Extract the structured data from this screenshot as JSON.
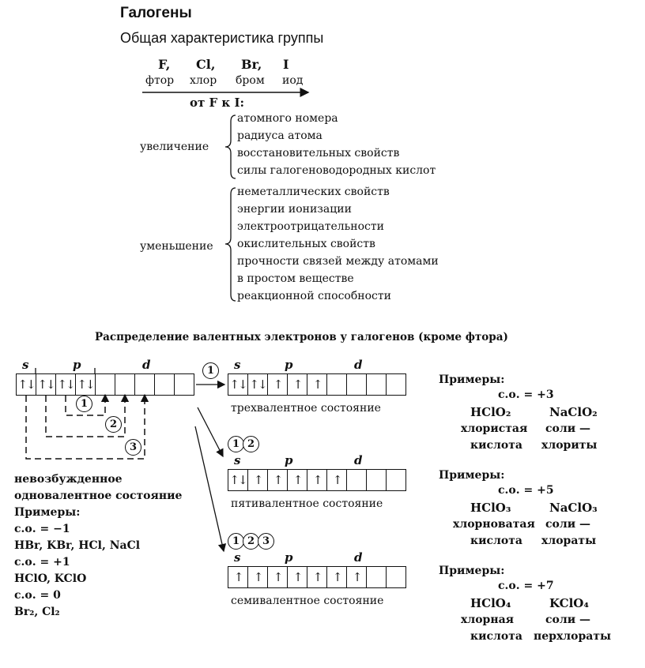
{
  "title": "Галогены",
  "subtitle": "Общая характеристика группы",
  "elements": [
    {
      "symbol": "F,",
      "name": "фтор"
    },
    {
      "symbol": "Cl,",
      "name": "хлор"
    },
    {
      "symbol": "Br,",
      "name": "бром"
    },
    {
      "symbol": "I",
      "name": "иод"
    }
  ],
  "trend_label": "от F к I:",
  "increase": {
    "label": "увеличение",
    "items": [
      "атомного номера",
      "радиуса атома",
      "восстановительных свойств",
      "силы галогеноводородных кислот"
    ]
  },
  "decrease": {
    "label": "уменьшение",
    "items": [
      "неметаллических свойств",
      "энергии ионизации",
      "электроотрицательности",
      "окислительных свойств",
      "прочности связей между атомами",
      "в простом веществе",
      "реакционной способности"
    ]
  },
  "section_title": "Распределение валентных электронов у галогенов (кроме фтора)",
  "sublevels": {
    "s": "s",
    "p": "p",
    "d": "d"
  },
  "states": {
    "ground": {
      "cells": [
        "↑↓",
        "↑↓",
        "↑↓",
        "↑↓",
        "",
        "",
        "",
        "",
        ""
      ],
      "label1": "невозбужденное",
      "label2": "одновалентное состояние"
    },
    "three": {
      "cells": [
        "↑↓",
        "↑↓",
        "↑",
        "↑",
        "↑",
        "",
        "",
        "",
        ""
      ],
      "label": "трехвалентное состояние",
      "steps": [
        "1"
      ]
    },
    "five": {
      "cells": [
        "↑↓",
        "↑",
        "↑",
        "↑",
        "↑",
        "↑",
        "",
        "",
        ""
      ],
      "label": "пятивалентное состояние",
      "steps": [
        "1",
        "2"
      ]
    },
    "seven": {
      "cells": [
        "↑",
        "↑",
        "↑",
        "↑",
        "↑",
        "↑",
        "↑",
        "",
        ""
      ],
      "label": "семивалентное состояние",
      "steps": [
        "1",
        "2",
        "3"
      ]
    }
  },
  "ground_ground_fix": null,
  "transitions": [
    "1",
    "2",
    "3"
  ],
  "left_examples": {
    "heading": "Примеры:",
    "lines": [
      "с.о. = −1",
      "HBr, KBr, HCl, NaCl",
      "с.о. = +1",
      "HClO, KClO",
      "с.о. = 0",
      "Br₂, Cl₂"
    ]
  },
  "examples": [
    {
      "heading": "Примеры:",
      "ox": "с.о. = +3",
      "acid": "HClO₂",
      "salt": "NaClO₂",
      "acid_name1": "хлористая",
      "acid_name2": "кислота",
      "salt_name1": "соли —",
      "salt_name2": "хлориты"
    },
    {
      "heading": "Примеры:",
      "ox": "с.о. = +5",
      "acid": "HClO₃",
      "salt": "NaClO₃",
      "acid_name1": "хлорноватая",
      "acid_name2": "кислота",
      "salt_name1": "соли —",
      "salt_name2": "хлораты"
    },
    {
      "heading": "Примеры:",
      "ox": "с.о. = +7",
      "acid": "HClO₄",
      "salt": "KClO₄",
      "acid_name1": "хлорная",
      "acid_name2": "кислота",
      "salt_name1": "соли —",
      "salt_name2": "перхлораты"
    }
  ]
}
